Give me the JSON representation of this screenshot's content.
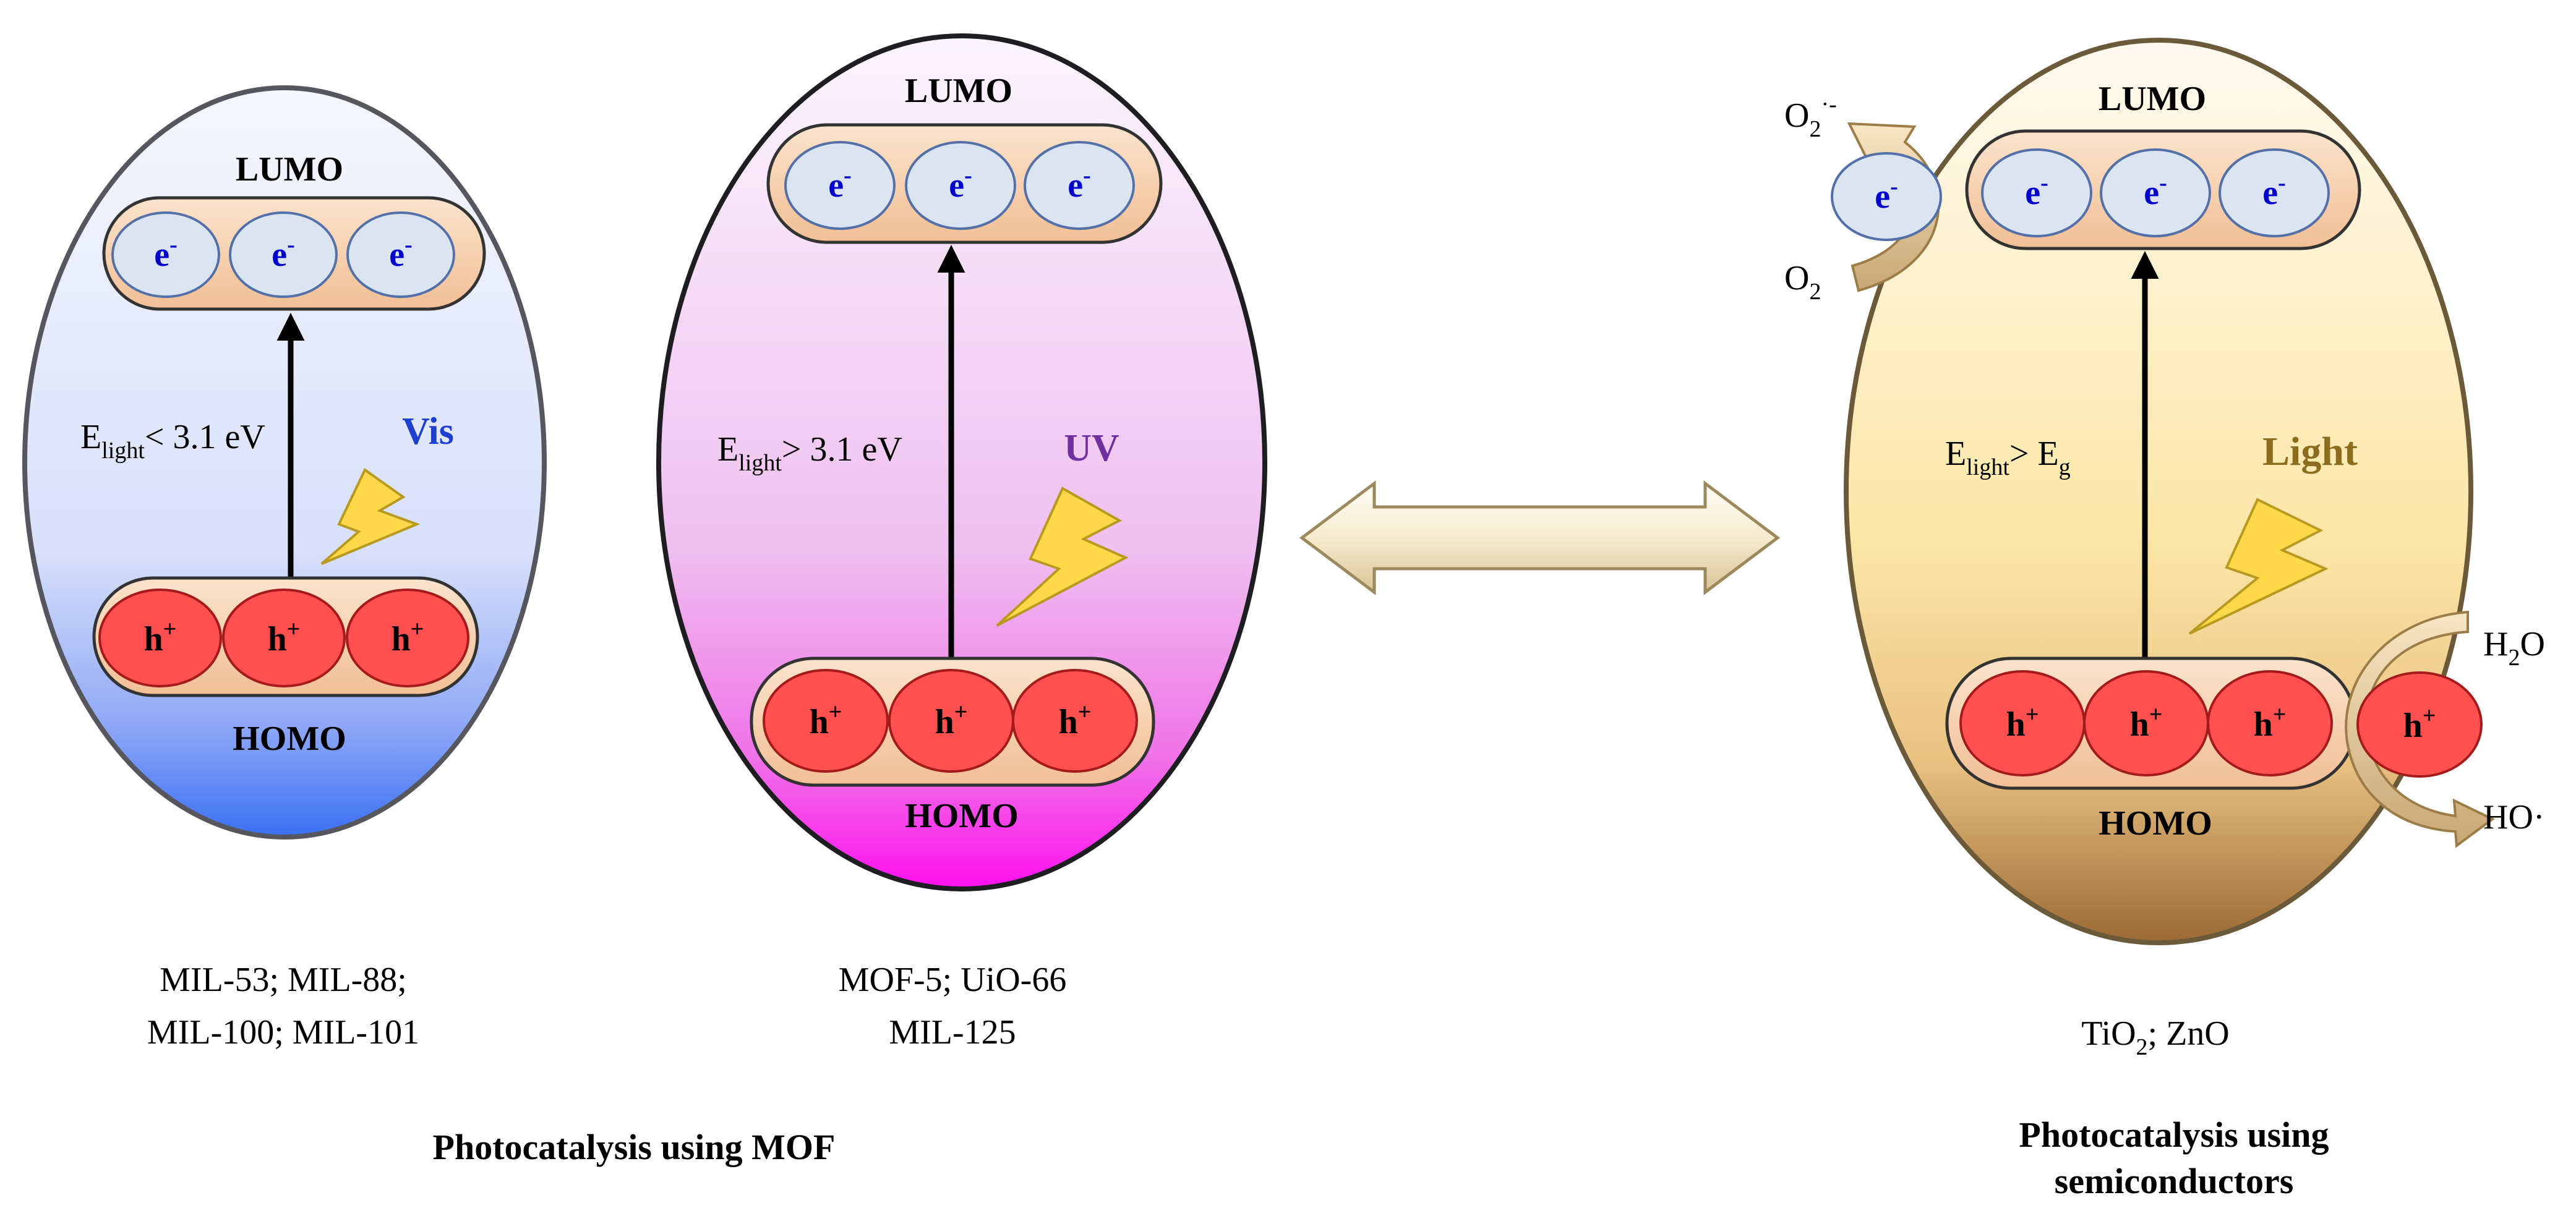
{
  "panels": [
    {
      "lumo": "LUMO",
      "homo": "HOMO",
      "electron": "e",
      "electron_charge": "-",
      "hole": "h",
      "hole_charge": "+",
      "energy_prefix": "E",
      "energy_sub": "light",
      "energy_rest": "< 3.1 eV",
      "light": "Vis",
      "materials": [
        "MIL-53;  MIL-88;",
        "MIL-100;  MIL-101"
      ]
    },
    {
      "lumo": "LUMO",
      "homo": "HOMO",
      "electron": "e",
      "electron_charge": "-",
      "hole": "h",
      "hole_charge": "+",
      "energy_prefix": "E",
      "energy_sub": "light",
      "energy_rest": "> 3.1 eV",
      "light": "UV",
      "materials": [
        "MOF-5; UiO-66",
        "MIL-125"
      ]
    },
    {
      "lumo": "LUMO",
      "homo": "HOMO",
      "electron": "e",
      "electron_charge": "-",
      "hole": "h",
      "hole_charge": "+",
      "energy_prefix": "E",
      "energy_sub": "light",
      "energy_rest": "> E",
      "energy_rest_sub": "g",
      "light": "Light",
      "materials_main": "TiO",
      "materials_sub": "2",
      "materials_rest": "; ZnO"
    }
  ],
  "reactions": {
    "o2_radical": "O",
    "o2_radical_sub": "2",
    "o2_radical_sup": "·-",
    "o2": "O",
    "o2_sub": "2",
    "h2o_h": "H",
    "h2o_sub": "2",
    "h2o_o": "O",
    "ho_radical": "HO·"
  },
  "captions": {
    "mof": "Photocatalysis using MOF",
    "semiconductor_line1": "Photocatalysis using",
    "semiconductor_line2": "semiconductors"
  },
  "colors": {
    "electron_fill": "#dbe5f1",
    "electron_text": "#0000cc",
    "hole_fill": "#ff5050",
    "band_fill": "#f7d0b0",
    "vis": "#1f3fd0",
    "uv": "#7030a0",
    "light": "#8c6d1f",
    "lightning": "#ffd84a"
  }
}
